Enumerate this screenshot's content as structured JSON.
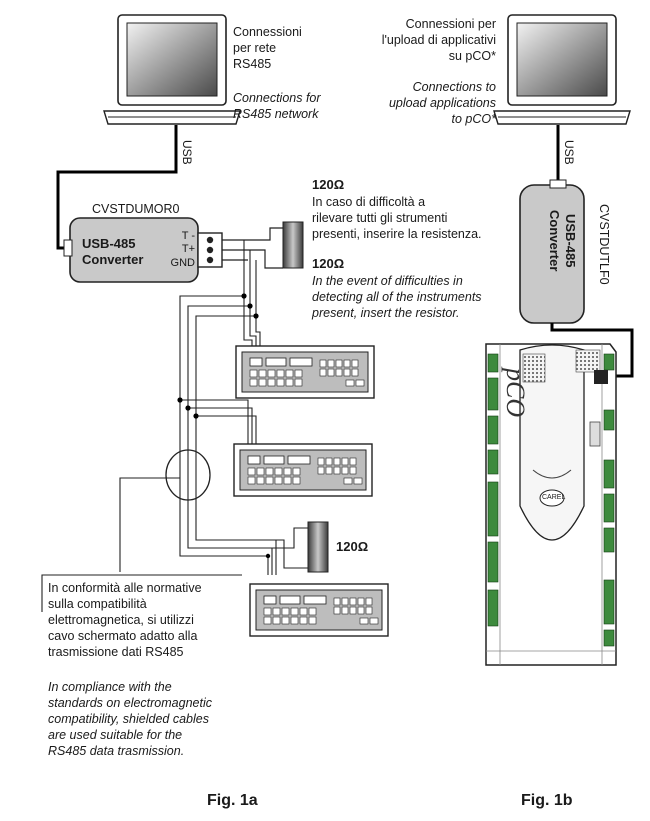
{
  "laptop_left": {
    "label_it": [
      "Connessioni",
      "per rete",
      "RS485"
    ],
    "label_en": [
      "Connections for",
      "RS485 network"
    ],
    "cable": "USB"
  },
  "converter_left": {
    "model": "CVSTDUMOR0",
    "name_line1": "USB-485",
    "name_line2": "Converter",
    "pins": [
      "T -",
      "T+",
      "GND"
    ]
  },
  "resistor_top": {
    "value": "120Ω",
    "note_it": [
      "In caso di difficoltà a",
      "rilevare tutti gli strumenti",
      "presenti, inserire la resistenza."
    ],
    "note_en": [
      "In the event of difficulties in",
      "detecting all of the instruments",
      "present, insert the resistor."
    ]
  },
  "resistor_bottom": {
    "value": "120Ω"
  },
  "compliance_box": {
    "note_it": [
      "In conformità alle normative",
      "sulla compatibilità",
      "elettromagnetica, si utilizzi",
      "cavo schermato adatto alla",
      "trasmissione dati RS485"
    ],
    "note_en": [
      "In compliance with the",
      "standards on electromagnetic",
      "compatibility, shielded cables",
      "are used suitable for the",
      "RS485 data trasmission."
    ]
  },
  "laptop_right": {
    "label_it": [
      "Connessioni per",
      "l'upload di applicativi",
      "su pCO*"
    ],
    "label_en": [
      "Connections to",
      "upload applications",
      "to pCO*"
    ],
    "cable": "USB"
  },
  "converter_right": {
    "model": "CVSTDUTLF0",
    "name_line1": "USB-485",
    "name_line2": "Converter"
  },
  "controller": {
    "brand": "pCO",
    "badge": "CAREL"
  },
  "captions": {
    "left": "Fig. 1a",
    "right": "Fig. 1b"
  }
}
